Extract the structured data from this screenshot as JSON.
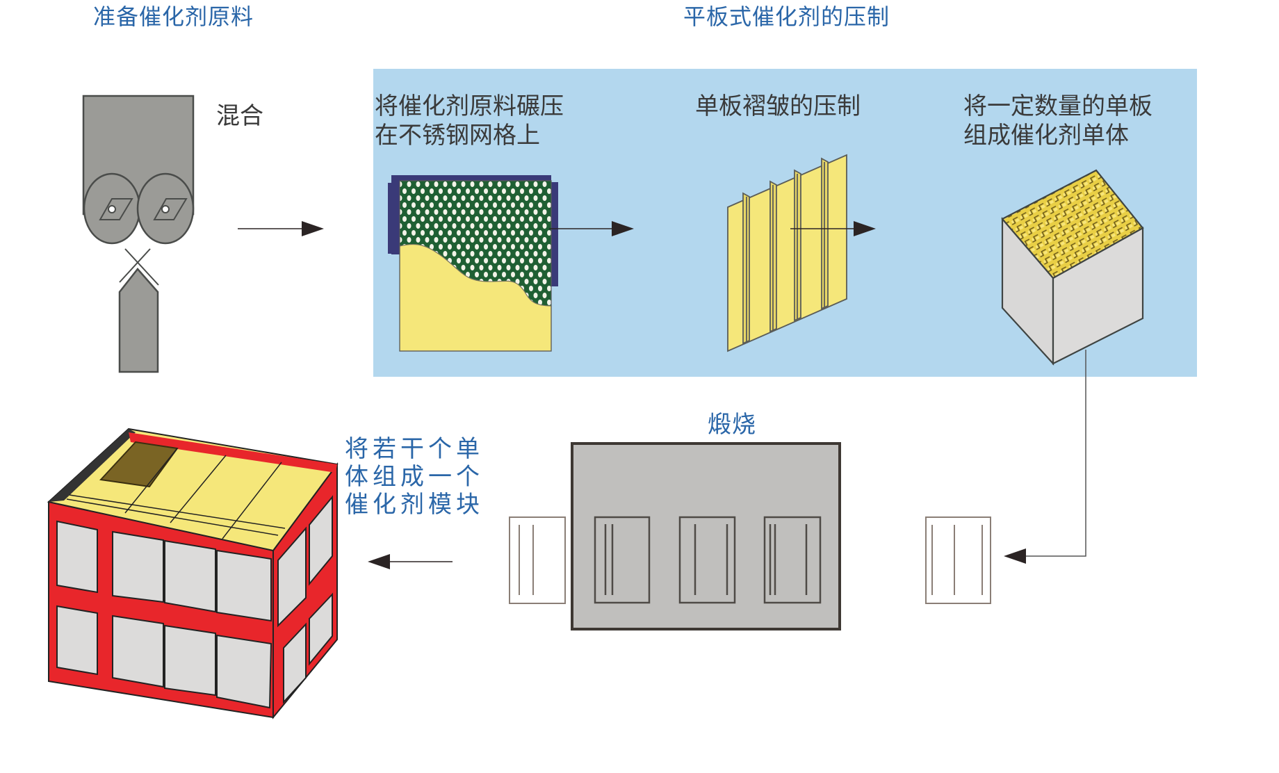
{
  "sections": {
    "prepare_title": "准备催化剂原料",
    "pressing_title": "平板式催化剂的压制"
  },
  "steps": {
    "mixing": "混合",
    "roll_onto_mesh": "将催化剂原料碾压\n在不锈钢网格上",
    "corrugate": "单板褶皱的压制",
    "assemble_unit": "将一定数量的单板\n组成催化剂单体",
    "calcination": "煅烧",
    "assemble_module": "将若干个单\n体组成一个\n催化剂模块"
  },
  "colors": {
    "title_blue": "#2a66a8",
    "panel_blue": "#b3d7ee",
    "catalyst_yellow": "#f5e77a",
    "mesh_green": "#1f5f33",
    "frame_navy": "#3a3a78",
    "machine_gray": "#9b9b97",
    "furnace_gray": "#c0bfbd",
    "unit_gray": "#dcdbda",
    "frame_red": "#e8262b",
    "arrow": "#2b2424"
  },
  "flow": [
    "mixing",
    "roll_onto_mesh",
    "corrugate",
    "assemble_unit",
    "calcination",
    "assemble_module"
  ]
}
